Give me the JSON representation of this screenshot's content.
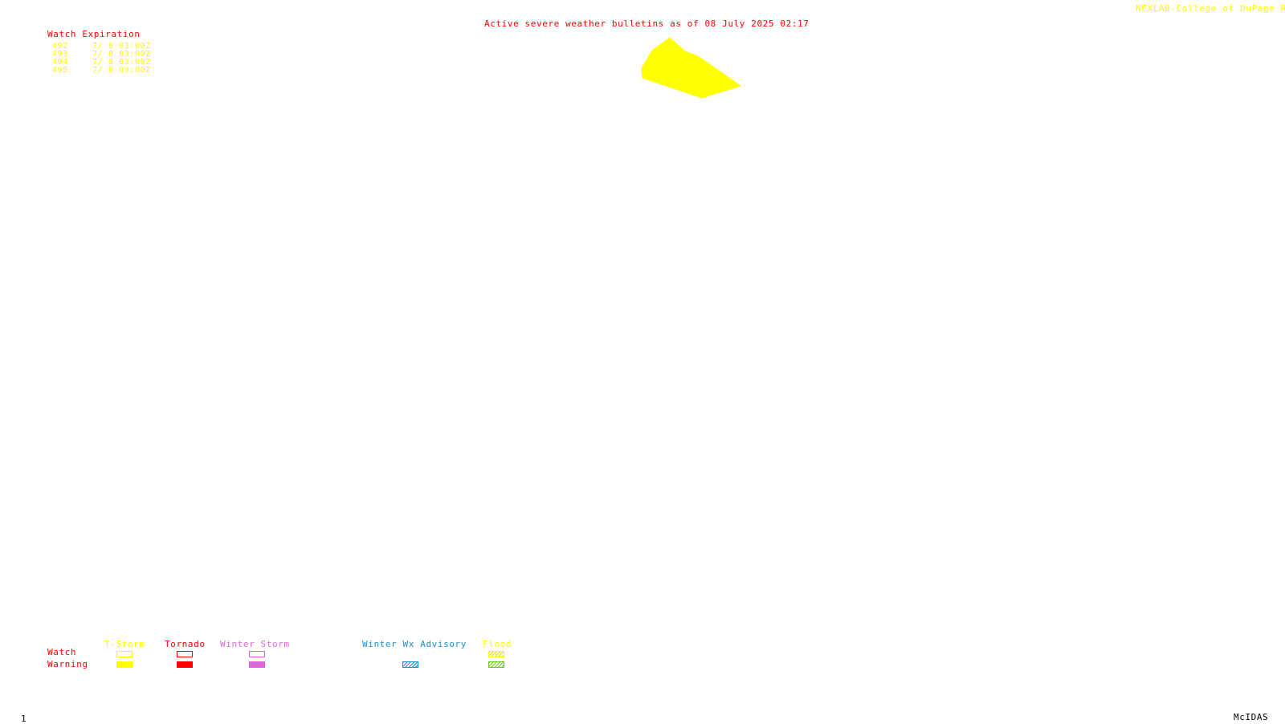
{
  "header": {
    "bulletin_title": "Active severe weather bulletins as of 08 July 2025 02:17",
    "credit": "NEXLAB-College of DuPage R"
  },
  "watch_expiration": {
    "heading": "Watch Expiration",
    "rows": [
      {
        "number": "492",
        "expires": "7/ 8 03:00Z"
      },
      {
        "number": "493",
        "expires": "7/ 8 03:00Z"
      },
      {
        "number": "494",
        "expires": "7/ 8 03:00Z"
      },
      {
        "number": "495",
        "expires": "7/ 8 09:00Z"
      }
    ]
  },
  "legend": {
    "row_labels": {
      "watch": "Watch",
      "warning": "Warning"
    },
    "columns": [
      {
        "label": "T-Storm",
        "color": "#ffff00"
      },
      {
        "label": "Tornado",
        "color": "#ff0000"
      },
      {
        "label": "Winter Storm",
        "color": "#dd66dd"
      },
      {
        "label": "Winter Wx Advisory",
        "color": "#1a8fd6"
      },
      {
        "label": "Flood",
        "color": "#ffff00"
      }
    ]
  },
  "watch_polygon": {
    "color": "#ffff00"
  },
  "footer": {
    "frame_number": "1",
    "software": "McIDAS"
  }
}
